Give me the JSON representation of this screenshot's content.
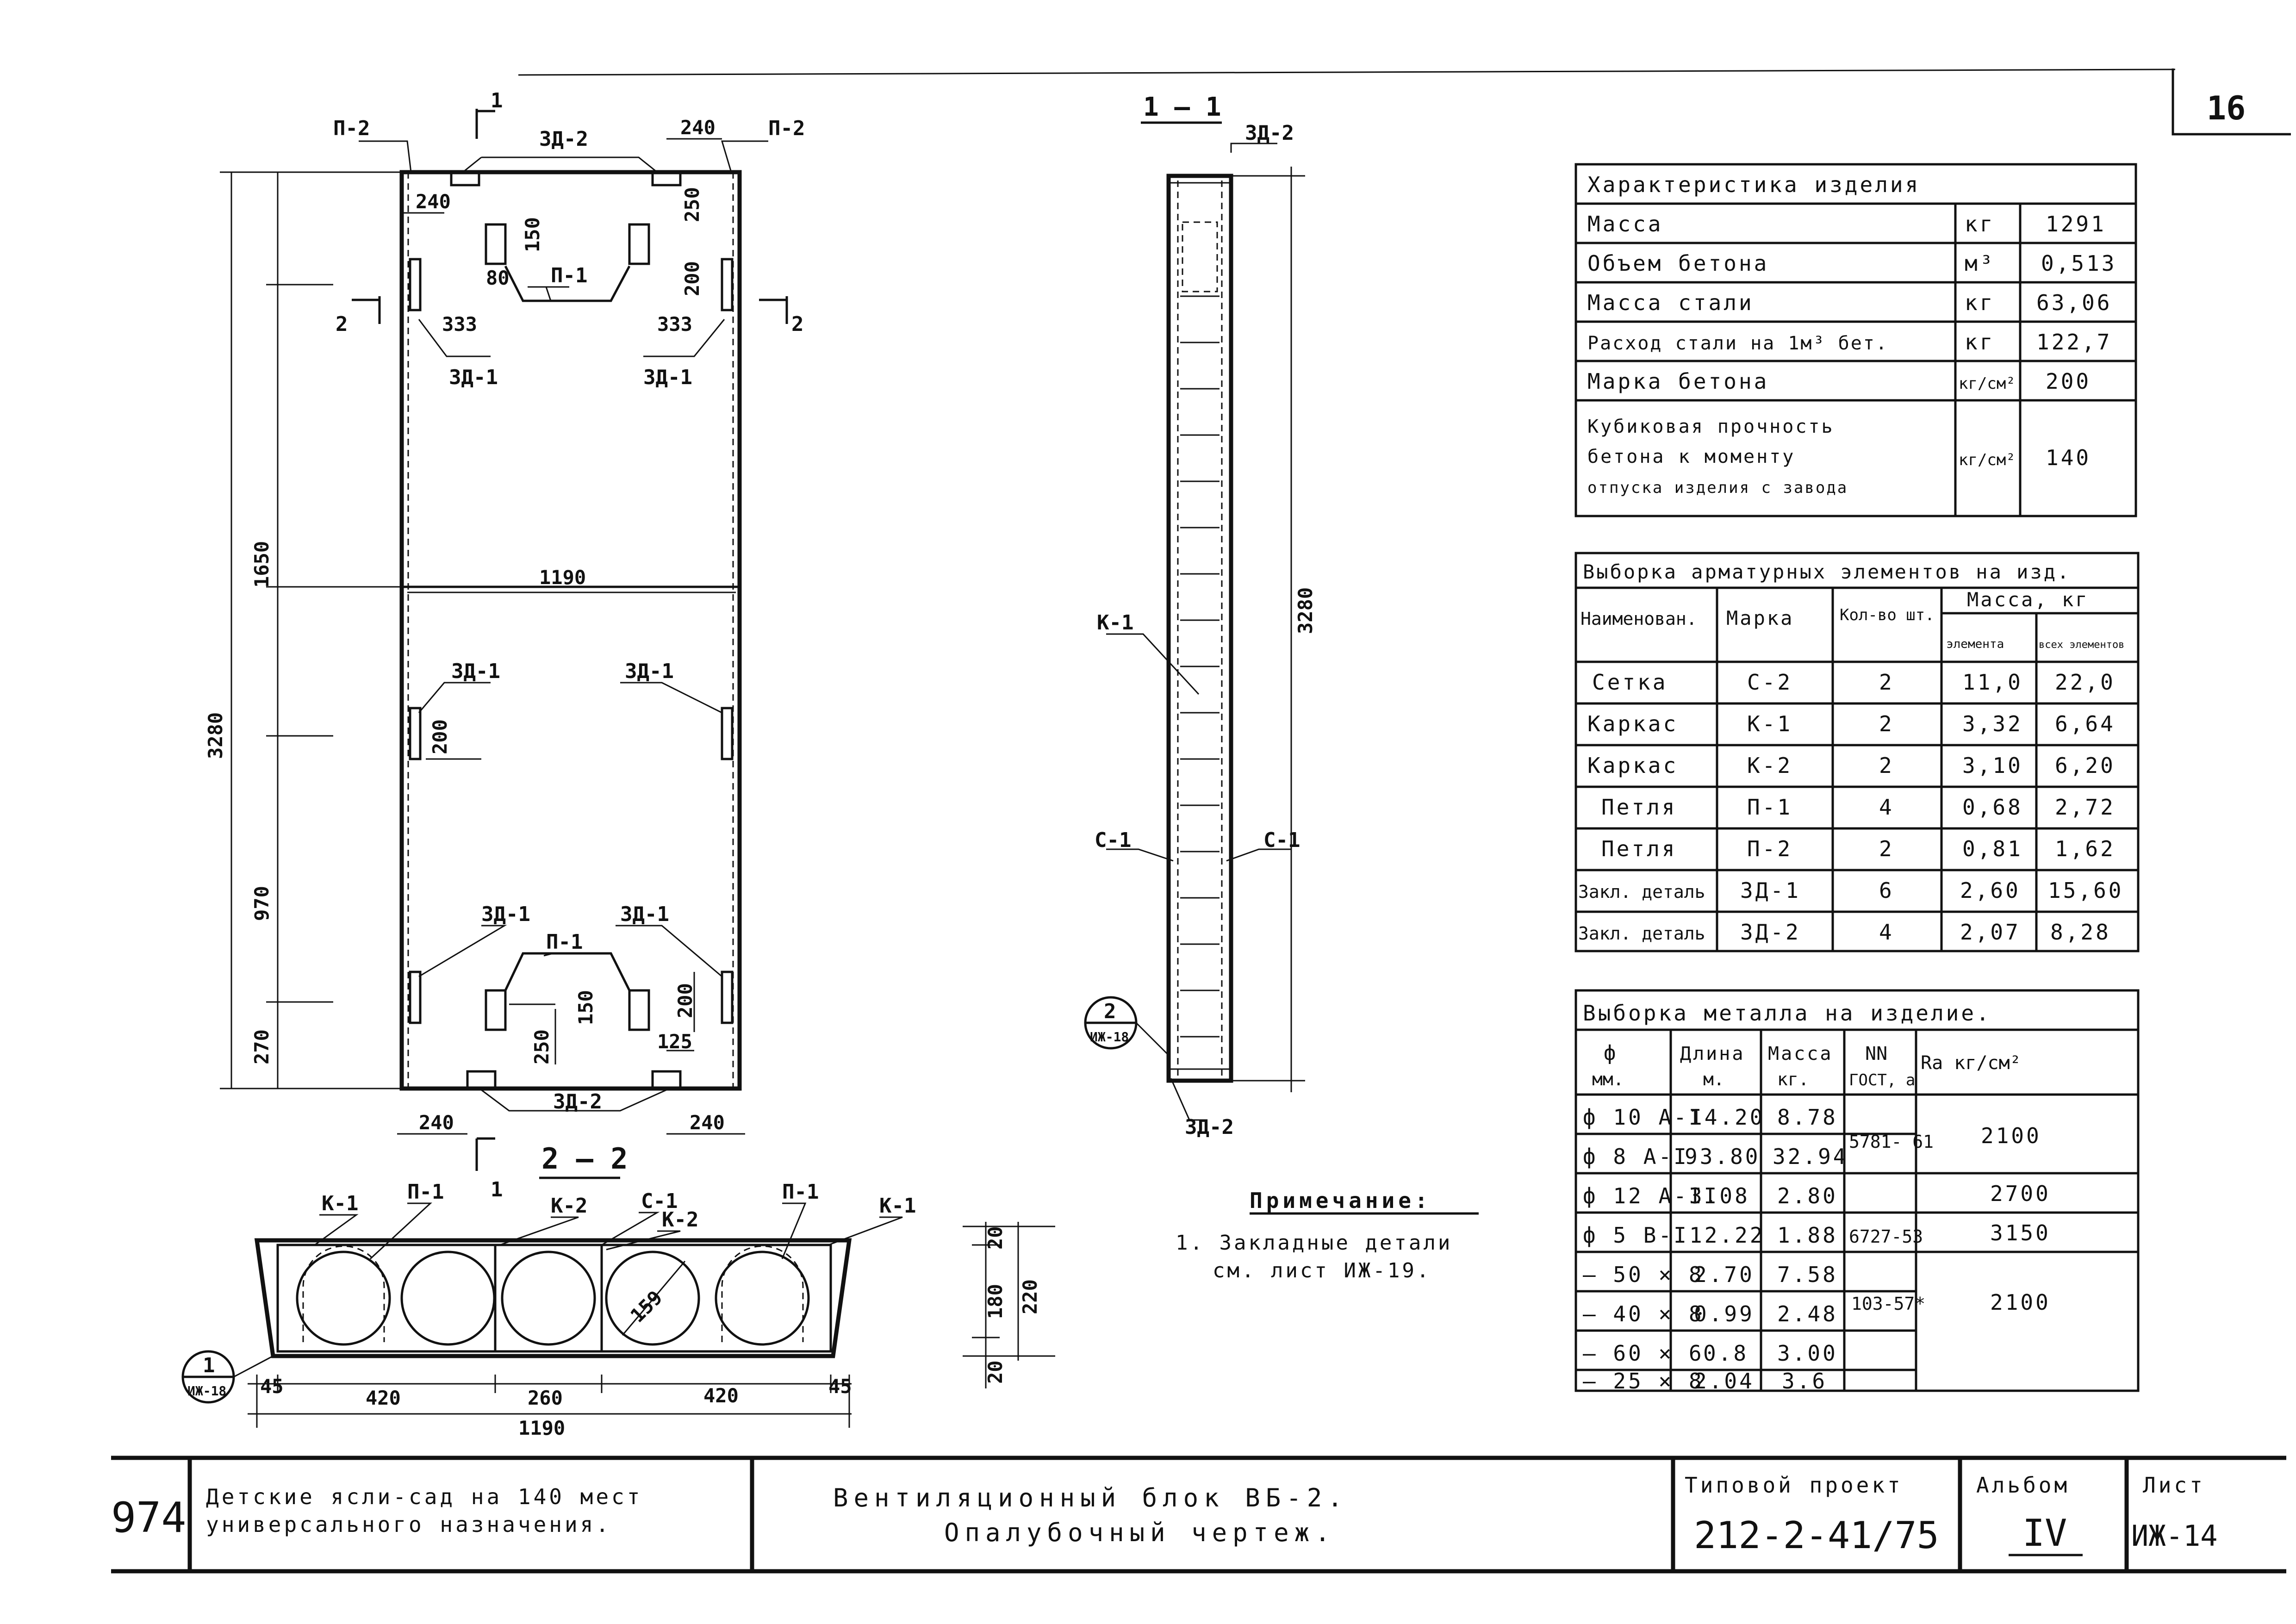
{
  "sheet_number": "16",
  "plan": {
    "section_mark": "1",
    "section_mark_bottom": "1",
    "cut_mark_left": "2",
    "cut_mark_right": "2",
    "labels": {
      "p2_left": "П-2",
      "p2_right": "П-2",
      "zd2_top": "ЗД-2",
      "zd2_bottom": "ЗД-2",
      "p1_top": "П-1",
      "p1_bottom": "П-1",
      "zd1_tl": "ЗД-1",
      "zd1_tr": "ЗД-1",
      "zd1_ml": "ЗД-1",
      "zd1_mr": "ЗД-1",
      "zd1_bl": "ЗД-1",
      "zd1_br": "ЗД-1"
    },
    "dims": {
      "d240_top_right": "240",
      "d240_inner": "240",
      "d250": "250",
      "d150_top": "150",
      "d80": "80",
      "d200_top": "200",
      "d333_left": "333",
      "d333_right": "333",
      "d1190": "1190",
      "d200_mid": "200",
      "d150_bot": "150",
      "d250_bot": "250",
      "d200_bot": "200",
      "d125": "125",
      "d240_bl": "240",
      "d240_br": "240",
      "d1650": "1650",
      "d3280": "3280",
      "d970": "970",
      "d270": "270"
    }
  },
  "section_1_1": {
    "title": "1 — 1",
    "labels": {
      "zd2_top": "ЗД-2",
      "k1": "К-1",
      "s1_left": "С-1",
      "s1_right": "С-1",
      "zd2_bottom": "ЗД-2"
    },
    "dim_height": "3280",
    "callout_num": "2",
    "callout_sheet": "ИЖ-18"
  },
  "section_2_2": {
    "title": "2 — 2",
    "labels": {
      "k1_left": "К-1",
      "p1_left": "П-1",
      "k2_a": "К-2",
      "s1": "С-1",
      "k2_b": "К-2",
      "p1_right": "П-1",
      "k1_right": "К-1"
    },
    "hole_diam": "159",
    "dims": {
      "d45_l": "45",
      "d420_l": "420",
      "d260": "260",
      "d420_r": "420",
      "d45_r": "45",
      "d1190": "1190",
      "h20_top": "20",
      "h180": "180",
      "h220": "220",
      "h20_bot": "20"
    },
    "callout_num": "1",
    "callout_sheet": "ИЖ-18"
  },
  "note": {
    "heading": "Примечание:",
    "line1": "1. Закладные детали",
    "line2": "см. лист ИЖ-19."
  },
  "characteristics": {
    "title": "Характеристика изделия",
    "rows": [
      {
        "name": "Масса",
        "unit": "кг",
        "value": "1291"
      },
      {
        "name": "Объем бетона",
        "unit": "м³",
        "value": "0,513"
      },
      {
        "name": "Масса стали",
        "unit": "кг",
        "value": "63,06"
      },
      {
        "name": "Расход стали на 1м³ бет.",
        "unit": "кг",
        "value": "122,7"
      },
      {
        "name": "Марка бетона",
        "unit": "кг/см²",
        "value": "200"
      }
    ],
    "last_row": {
      "line1": "Кубиковая прочность",
      "line2": "бетона к моменту",
      "line3": "отпуска изделия с завода",
      "unit": "кг/см²",
      "value": "140"
    }
  },
  "rebar_elements": {
    "title": "Выборка арматурных элементов на изд.",
    "headers": {
      "name": "Наименован.",
      "mark": "Марка",
      "qty": "Кол-во шт.",
      "mass": "Масса, кг",
      "mass_el": "элемента",
      "mass_all": "всех элементов"
    },
    "rows": [
      {
        "name": "Сетка",
        "mark": "С-2",
        "qty": "2",
        "el": "11,0",
        "all": "22,0"
      },
      {
        "name": "Каркас",
        "mark": "К-1",
        "qty": "2",
        "el": "3,32",
        "all": "6,64"
      },
      {
        "name": "Каркас",
        "mark": "К-2",
        "qty": "2",
        "el": "3,10",
        "all": "6,20"
      },
      {
        "name": "Петля",
        "mark": "П-1",
        "qty": "4",
        "el": "0,68",
        "all": "2,72"
      },
      {
        "name": "Петля",
        "mark": "П-2",
        "qty": "2",
        "el": "0,81",
        "all": "1,62"
      },
      {
        "name": "Закл. деталь",
        "mark": "ЗД-1",
        "qty": "6",
        "el": "2,60",
        "all": "15,60"
      },
      {
        "name": "Закл. деталь",
        "mark": "ЗД-2",
        "qty": "4",
        "el": "2,07",
        "all": "8,28"
      }
    ]
  },
  "metal": {
    "title": "Выборка металла на изделие.",
    "headers": {
      "phi": "ф",
      "mm": "мм.",
      "len": "Длина",
      "len_u": "м.",
      "mass": "Масса",
      "mass_u": "кг.",
      "gost": "NN",
      "gost2": "ГОСТ, а",
      "ra": "Ra кг/см²"
    },
    "rows": [
      {
        "phi": "ф 10 A-I",
        "len": "14.20",
        "mass": "8.78"
      },
      {
        "phi": "ф 8 A-I",
        "len": "93.80",
        "mass": "32.94"
      },
      {
        "phi": "ф 12 A-II",
        "len": "3.08",
        "mass": "2.80"
      },
      {
        "phi": "ф 5 B-I",
        "len": "12.22",
        "mass": "1.88"
      },
      {
        "phi": "— 50 × 8",
        "len": "2.70",
        "mass": "7.58"
      },
      {
        "phi": "— 40 × 8",
        "len": "0.99",
        "mass": "2.48"
      },
      {
        "phi": "— 60 × 6",
        "len": "0.8",
        "mass": "3.00"
      },
      {
        "phi": "— 25 × 8",
        "len": "2.04",
        "mass": "3.6"
      }
    ],
    "gost_a": "5781- 61",
    "gost_b": "6727-53",
    "gost_c": "103-57*",
    "ra_a": "2100",
    "ra_b": "2700",
    "ra_c": "3150",
    "ra_d": "2100"
  },
  "title_block": {
    "number": "974",
    "project_line1": "Детские ясли-сад на 140 мест",
    "project_line2": "универсального назначения.",
    "drawing_line1": "Вентиляционный блок ВБ-2.",
    "drawing_line2": "Опалубочный чертеж.",
    "typical_label": "Типовой проект",
    "typical_value": "212-2-41/75",
    "album_label": "Альбом",
    "album_value": "IV",
    "sheet_label": "Лист",
    "sheet_value": "ИЖ-14"
  }
}
